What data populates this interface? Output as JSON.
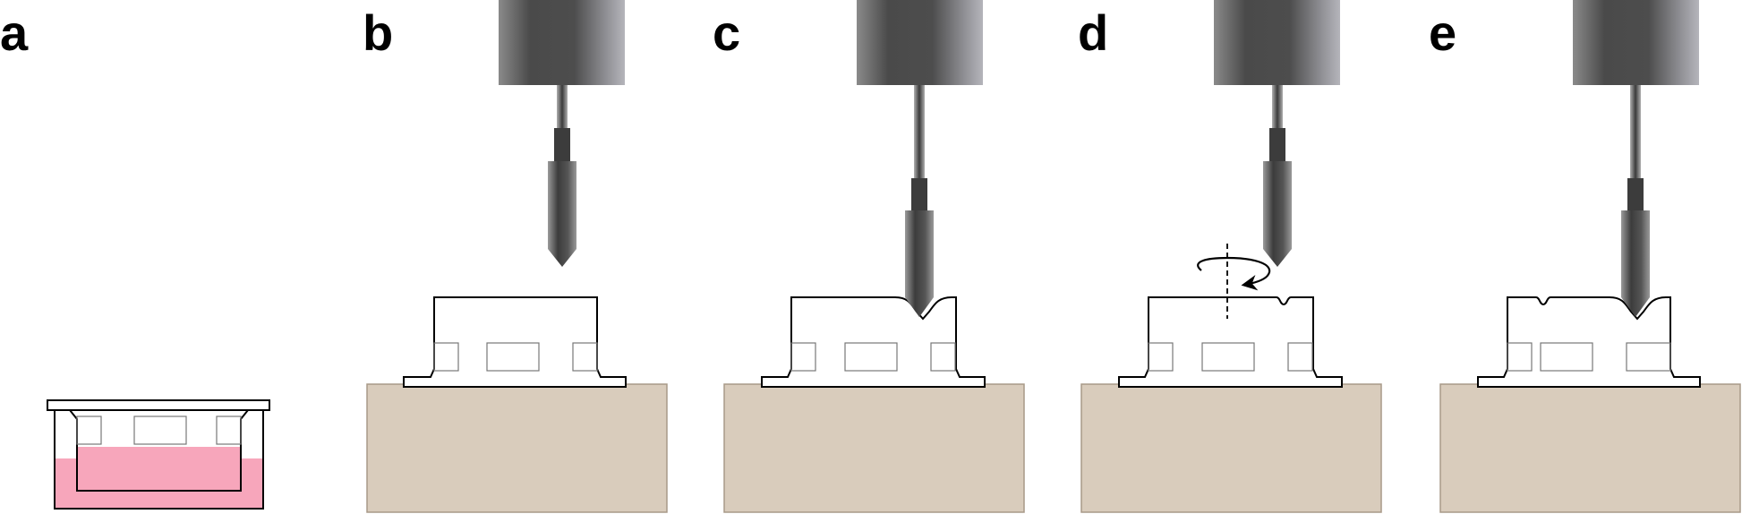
{
  "panels": [
    {
      "id": "a",
      "label": "a",
      "step": "culture-insert"
    },
    {
      "id": "b",
      "label": "b",
      "step": "approach"
    },
    {
      "id": "c",
      "label": "c",
      "step": "indent"
    },
    {
      "id": "d",
      "label": "d",
      "step": "rotate"
    },
    {
      "id": "e",
      "label": "e",
      "step": "indent-again"
    }
  ],
  "colors": {
    "medium": "#f7a6bb",
    "block_fill": "#d9ccbc",
    "block_stroke": "#a89a88",
    "outline": "#000000",
    "motor_dark": "#4a4a4a",
    "motor_light": "#b5b5bb"
  },
  "icons": {
    "motor": "motor-block-icon",
    "needle": "needle-icon",
    "rotation": "rotation-arrow-icon",
    "axis": "dashed-axis-icon"
  }
}
